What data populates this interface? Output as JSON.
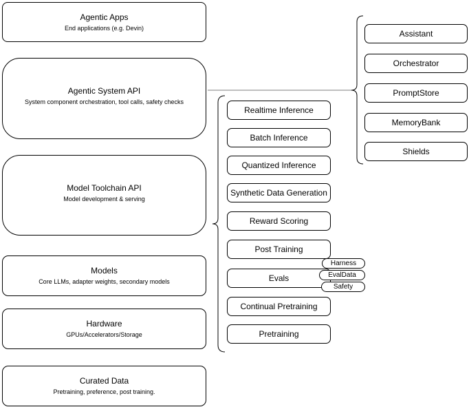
{
  "diagram": {
    "left_stack": {
      "items": [
        {
          "title": "Agentic Apps",
          "subtitle": "End applications (e.g. Devin)"
        },
        {
          "title": "Agentic System API",
          "subtitle": "System component orchestration, tool calls, safety checks"
        },
        {
          "title": "Model Toolchain API",
          "subtitle": "Model development & serving"
        },
        {
          "title": "Models",
          "subtitle": "Core LLMs, adapter weights, secondary models"
        },
        {
          "title": "Hardware",
          "subtitle": "GPUs/Accelerators/Storage"
        },
        {
          "title": "Curated Data",
          "subtitle": "Pretraining, preference, post training."
        }
      ]
    },
    "toolchain": {
      "items": [
        {
          "label": "Realtime Inference"
        },
        {
          "label": "Batch Inference"
        },
        {
          "label": "Quantized Inference"
        },
        {
          "label": "Synthetic Data Generation"
        },
        {
          "label": "Reward Scoring"
        },
        {
          "label": "Post Training"
        },
        {
          "label": "Evals"
        },
        {
          "label": "Continual Pretraining"
        },
        {
          "label": "Pretraining"
        }
      ]
    },
    "eval_tags": {
      "items": [
        {
          "label": "Harness"
        },
        {
          "label": "EvalData"
        },
        {
          "label": "Safety"
        }
      ]
    },
    "system_components": {
      "items": [
        {
          "label": "Assistant"
        },
        {
          "label": "Orchestrator"
        },
        {
          "label": "PromptStore"
        },
        {
          "label": "MemoryBank"
        },
        {
          "label": "Shields"
        }
      ]
    },
    "colors": {
      "node_border": "#000000",
      "node_fill": "#ffffff",
      "text": "#000000",
      "connector": "#7f7f7f",
      "brace": "#000000"
    }
  }
}
